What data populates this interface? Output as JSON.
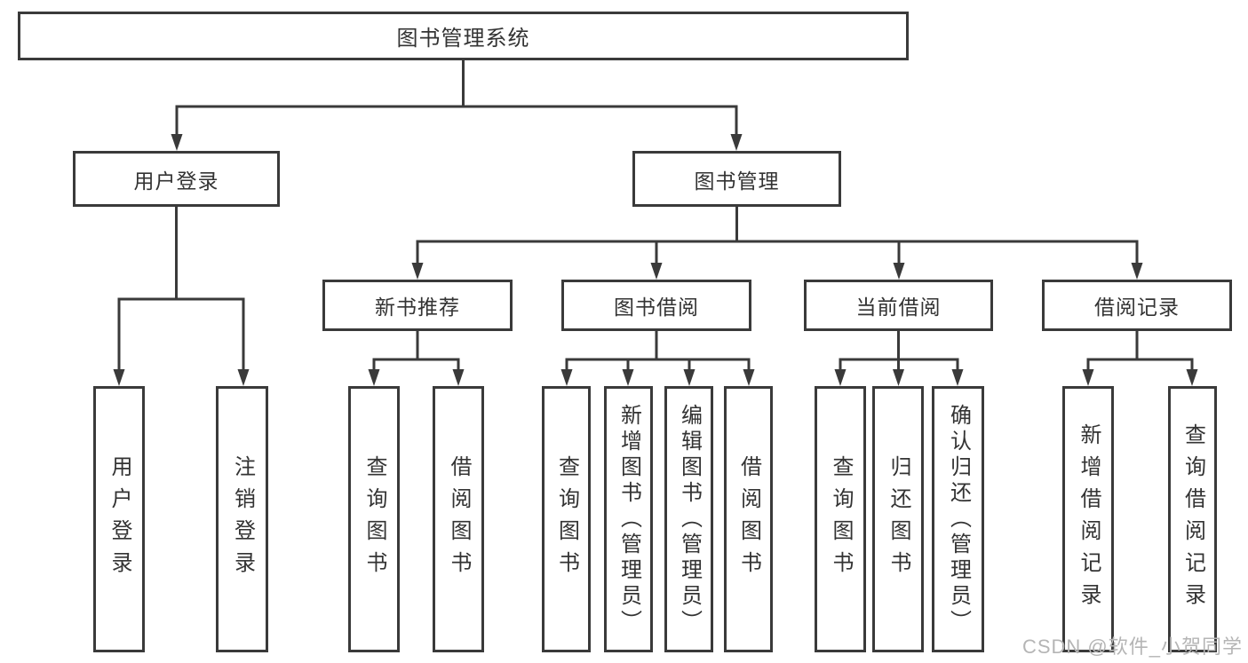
{
  "diagram_title": "图书管理系统",
  "nodes": {
    "root": {
      "label": "图书管理系统"
    },
    "user_login": {
      "label": "用户登录"
    },
    "book_management": {
      "label": "图书管理"
    },
    "new_book_recommend": {
      "label": "新书推荐"
    },
    "book_borrow": {
      "label": "图书借阅"
    },
    "current_borrow": {
      "label": "当前借阅"
    },
    "borrow_records": {
      "label": "借阅记录"
    },
    "leaf_user_login": {
      "label": "用户登录"
    },
    "leaf_logout": {
      "label": "注销登录"
    },
    "leaf_query_books_recommend": {
      "label": "查询图书"
    },
    "leaf_borrow_books_recommend": {
      "label": "借阅图书"
    },
    "leaf_query_books_borrow": {
      "label": "查询图书"
    },
    "leaf_add_books_admin": {
      "label": "新增图书（管理员）"
    },
    "leaf_edit_books_admin": {
      "label": "编辑图书（管理员）"
    },
    "leaf_borrow_books_borrow": {
      "label": "借阅图书"
    },
    "leaf_query_books_current": {
      "label": "查询图书"
    },
    "leaf_return_books": {
      "label": "归还图书"
    },
    "leaf_confirm_return_admin": {
      "label": "确认归还（管理员）"
    },
    "leaf_add_borrow_record": {
      "label": "新增借阅记录"
    },
    "leaf_query_borrow_record": {
      "label": "查询借阅记录"
    }
  },
  "watermark": {
    "text": "CSDN @软件_小贺同学"
  },
  "colors": {
    "line": "#3a3a3a",
    "box_border": "#3a3a3a",
    "box_fill": "#ffffff",
    "text": "#333333",
    "watermark": "#b5b5b5",
    "background": "#ffffff"
  }
}
